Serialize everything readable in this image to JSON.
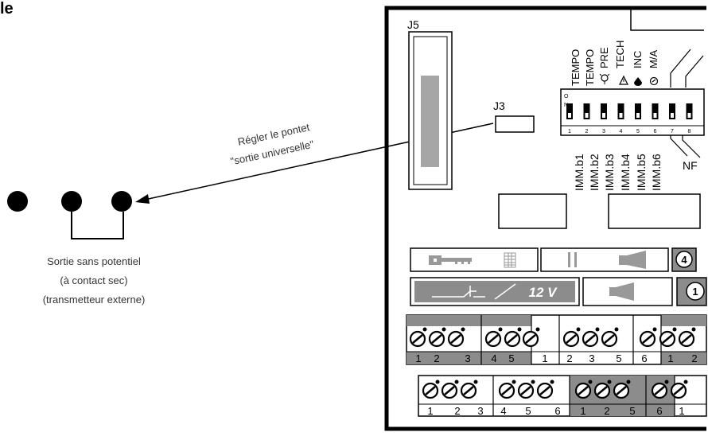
{
  "heading_fragment": "le",
  "labels": {
    "j5": "J5",
    "j3": "J3",
    "nf": "NF",
    "dip_on": "O",
    "dip_n": "N"
  },
  "dip_top_labels": [
    "TEMPO",
    "TEMPO",
    "PRE",
    "TECH",
    "INC",
    "M/A"
  ],
  "dip_numbers": [
    "1",
    "2",
    "3",
    "4",
    "5",
    "6",
    "7",
    "8"
  ],
  "imm_labels": [
    "IMM.b1",
    "IMM.b2",
    "IMM.b3",
    "IMM.b4",
    "IMM.b5",
    "IMM.b6"
  ],
  "annotation": {
    "line1": "Régler le pontet",
    "line2": "\"sortie universelle\""
  },
  "caption": {
    "line1": "Sortie sans potentiel",
    "line2": "(à contact sec)",
    "line3": "(transmetteur externe)"
  },
  "voltage_label": "12 V",
  "badges": [
    "4",
    "1"
  ],
  "terminal_row1_numbers": [
    "1",
    "2",
    "3",
    "4",
    "5",
    "1",
    "2",
    "3",
    "5",
    "6",
    "1",
    "2"
  ],
  "terminal_row2_numbers": [
    "1",
    "2",
    "3",
    "4",
    "5",
    "6",
    "1",
    "2",
    "5",
    "6",
    "1"
  ]
}
